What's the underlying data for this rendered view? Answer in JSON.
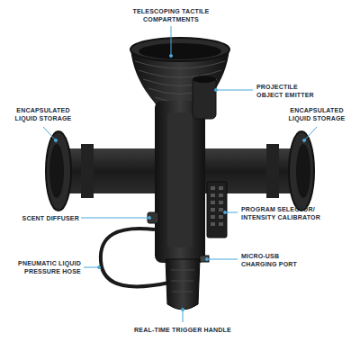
{
  "diagram": {
    "labels": [
      "TELESCOPING TACTILE COMPARTMENTS",
      "ENCAPSULATED LIQUID STORAGE",
      "PROJECTILE OBJECT EMITTER",
      "ENCAPSULATED LIQUID STORAGE",
      "SCENT DIFFUSER",
      "PROGRAM SELECTOR/ INTENSITY CALIBRATOR",
      "PNEUMATIC LIQUID PRESSURE HOSE",
      "MICRO-USB CHARGING PORT",
      "REAL-TIME TRIGGER HANDLE"
    ]
  }
}
